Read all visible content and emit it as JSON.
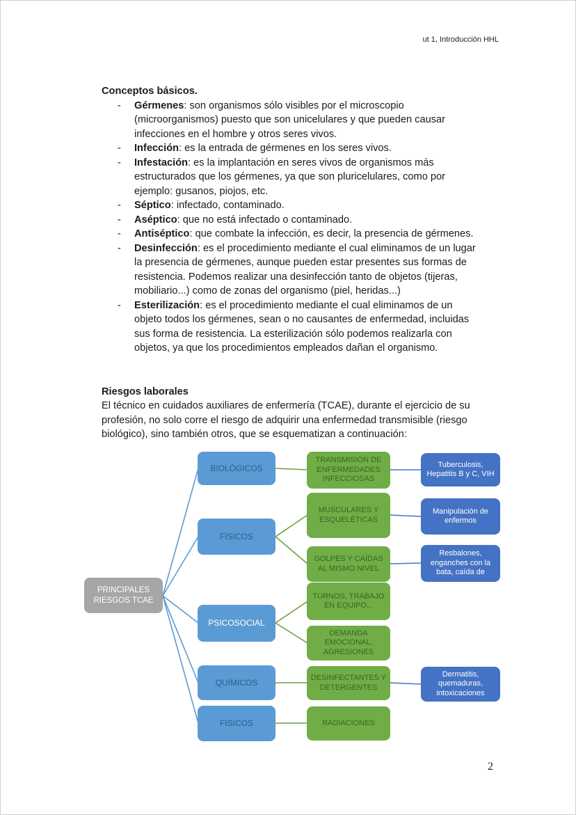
{
  "header": {
    "text": "ut 1, Introducción HHL"
  },
  "footer": {
    "page_number": "2"
  },
  "concepts": {
    "title": "Conceptos básicos.",
    "bullet": "-",
    "items": [
      {
        "term": "Gérmenes",
        "def": ": son organismos sólo visibles por el microscopio\n(microorganismos) puesto que son unicelulares y que pueden causar\ninfecciones en el hombre y otros seres vivos."
      },
      {
        "term": "Infección",
        "def": ": es la entrada de gérmenes en los seres vivos."
      },
      {
        "term": "Infestación",
        "def": ": es la implantación en seres vivos de organismos más\nestructurados que los gérmenes, ya que son pluricelulares, como por\nejemplo: gusanos, piojos, etc."
      },
      {
        "term": "Séptico",
        "def": ": infectado, contaminado."
      },
      {
        "term": "Aséptico",
        "def": ": que no está infectado o contaminado."
      },
      {
        "term": "Antiséptico",
        "def": ": que combate la infección, es decir, la presencia de gérmenes."
      },
      {
        "term": "Desinfección",
        "def": ": es el procedimiento mediante el cual eliminamos de un lugar\nla presencia de gérmenes, aunque pueden estar presentes sus formas de\nresistencia. Podemos realizar una desinfección tanto de objetos (tijeras,\nmobiliario...) como de zonas del organismo (piel, heridas...)"
      },
      {
        "term": "Esterilización",
        "def": ": es el procedimiento mediante el cual eliminamos de un\nobjeto todos los gérmenes, sean o no causantes de enfermedad, incluidas\nsus forma de resistencia. La esterilización sólo podemos realizarla con\nobjetos, ya que los procedimientos empleados dañan el organismo."
      }
    ]
  },
  "risks": {
    "title": "Riesgos laborales",
    "paragraph": "El técnico en cuidados auxiliares de enfermería (TCAE), durante el ejercicio de su\nprofesión, no solo corre el riesgo de adquirir una enfermedad transmisible (riesgo\nbiológico), sino también otros, que se esquematizan a continuación:"
  },
  "diagram": {
    "boxes": {
      "root": "PRINCIPALES\nRIESGOS TCAE",
      "biologicos": "BIOLÓGICOS",
      "transmision": "TRANSMISIÓN DE\nENFERMEDADES\nINFECCIOSAS",
      "tuberculosis": "Tuberculosis,\nHepatitis B y C, VIH",
      "fisicos1": "FÍSICOS",
      "musculares": "MUSCULARES Y\nESQUELÉTICAS",
      "manipulacion": "Manipulación de\nenfermos",
      "golpes": "GOLPES Y CAÍDAS\nAL MISMO NIVEL",
      "resbalones": "Resbalones,\nenganches con la\nbata, caída de",
      "psicosocial": "PSICOSOCIAL",
      "turnos": "TURNOS, TRABAJO\nEN EQUIPO...",
      "demanda": "DEMANDA\nEMOCIONAL,\nAGRESIONES",
      "quimicos": "QUÍMICOS",
      "desinfectantes": "DESINFECTANTES Y\nDETERGENTES",
      "dermatitis": "Dermatitis,\nquemaduras,\nintoxicaciones",
      "fisicos2": "FISICOS",
      "radiaciones": "RADIACIONES"
    },
    "colors": {
      "category_fill": "#5b9bd5",
      "category_text": "#2a5d8f",
      "category_text_alt": "#ffffff",
      "hazard_fill": "#70ad47",
      "hazard_text": "#3c641f",
      "consequence_fill": "#4472c4",
      "consequence_text": "#ffffff",
      "root_fill": "#a6a6a6",
      "root_text": "#ffffff",
      "connector_root": "#5b9bd5",
      "connector_green": "#6f9e3f",
      "connector_blue": "#4472c4"
    }
  }
}
